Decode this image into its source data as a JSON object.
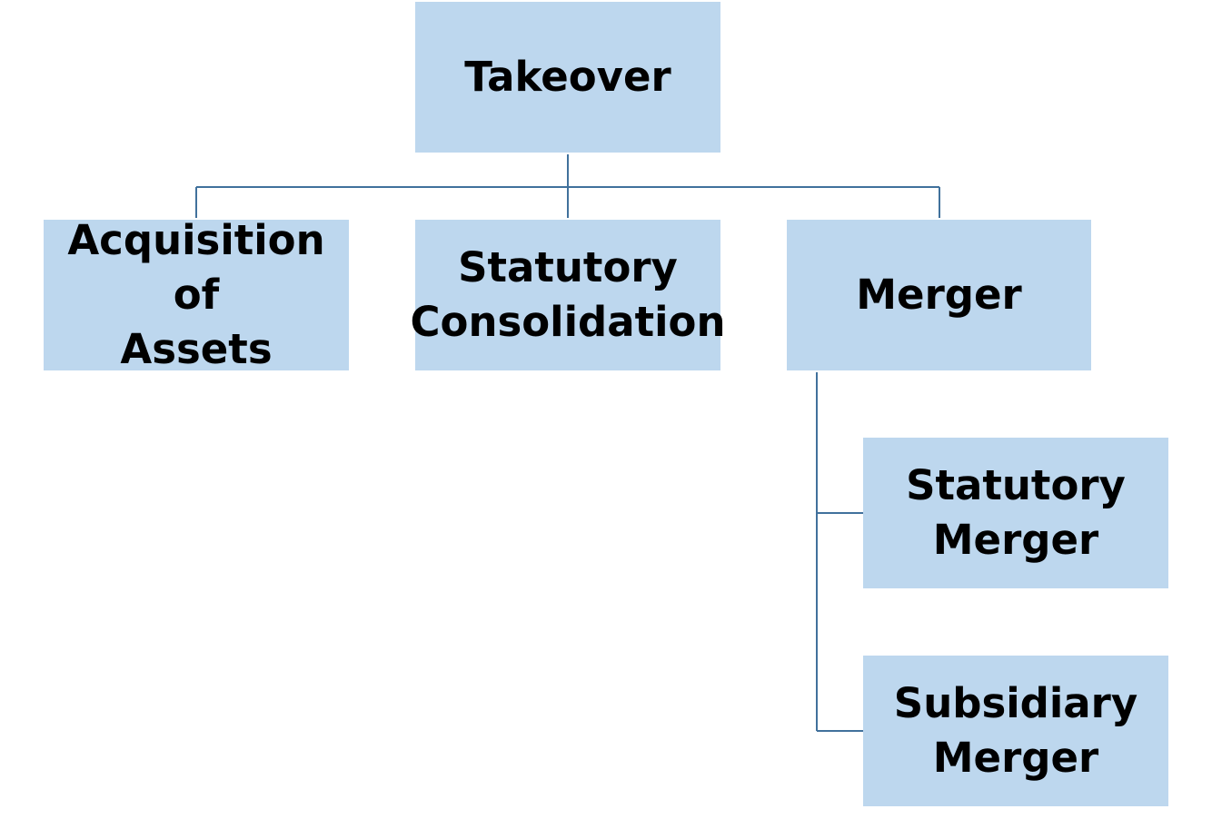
{
  "diagram": {
    "type": "hierarchy",
    "colors": {
      "node_fill": "#bdd7ee",
      "connector": "#41719c",
      "text": "#000000"
    },
    "nodes": {
      "takeover": {
        "label": "Takeover"
      },
      "acquisition_of_assets": {
        "label": "Acquisition of\nAssets",
        "parent": "Takeover"
      },
      "statutory_consolidation": {
        "label": "Statutory\nConsolidation",
        "parent": "Takeover"
      },
      "merger": {
        "label": "Merger",
        "parent": "Takeover"
      },
      "statutory_merger": {
        "label": "Statutory\nMerger",
        "parent": "Merger"
      },
      "subsidiary_merger": {
        "label": "Subsidiary\nMerger",
        "parent": "Merger"
      }
    }
  }
}
